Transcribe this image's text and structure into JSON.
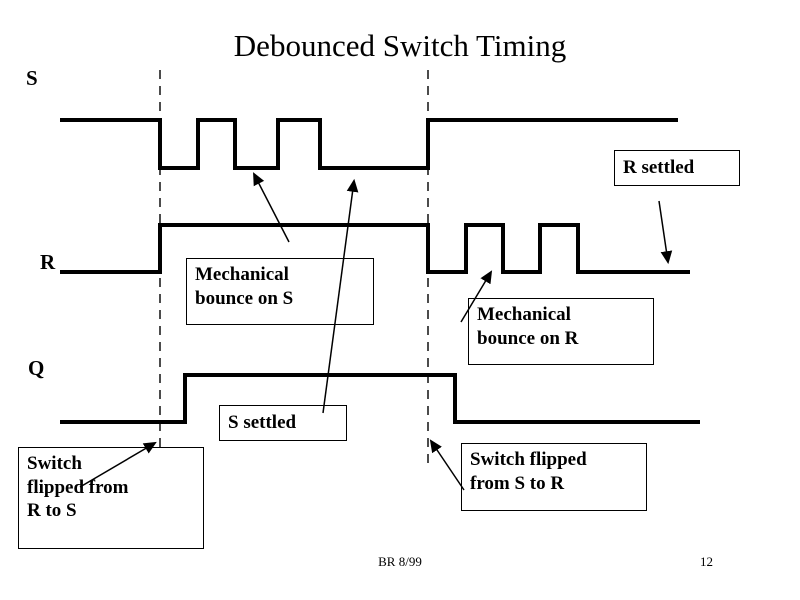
{
  "slide": {
    "title": "Debounced Switch Timing",
    "background_color": "#ffffff",
    "ink_color": "#000000"
  },
  "signals": [
    {
      "name": "S",
      "label": "S"
    },
    {
      "name": "R",
      "label": "R"
    },
    {
      "name": "Q",
      "label": "Q"
    }
  ],
  "callouts": {
    "mechanical_bounce_s": "Mechanical\nbounce on S",
    "mechanical_bounce_r": "Mechanical\n bounce on R",
    "r_settled": "R settled",
    "s_settled": "S settled",
    "switch_flipped_r_to_s": "Switch\nflipped from\nR to S",
    "switch_flipped_s_to_r": "Switch flipped\nfrom S to R"
  },
  "footer": {
    "author_date": "BR 8/99",
    "page_number": "12"
  },
  "chart_data": {
    "type": "line",
    "title": "Debounced Switch Timing",
    "xlabel": "",
    "ylabel": "",
    "x_range": [
      60,
      690
    ],
    "grid": false,
    "legend": "none",
    "markers": [
      {
        "name": "switch-flip-r-to-s",
        "x": 160,
        "style": "dashed-vertical"
      },
      {
        "name": "switch-flip-s-to-r",
        "x": 428,
        "style": "dashed-vertical"
      }
    ],
    "series": [
      {
        "name": "S",
        "baseline_y": 168,
        "high_y": 120,
        "type": "digital",
        "transitions": [
          {
            "x": 60,
            "level": 1
          },
          {
            "x": 160,
            "level": 0
          },
          {
            "x": 198,
            "level": 1
          },
          {
            "x": 235,
            "level": 0
          },
          {
            "x": 278,
            "level": 1
          },
          {
            "x": 320,
            "level": 0
          },
          {
            "x": 428,
            "level": 1
          },
          {
            "x": 678,
            "level": 1
          }
        ]
      },
      {
        "name": "R",
        "baseline_y": 272,
        "high_y": 225,
        "type": "digital",
        "transitions": [
          {
            "x": 60,
            "level": 0
          },
          {
            "x": 160,
            "level": 1
          },
          {
            "x": 428,
            "level": 0
          },
          {
            "x": 466,
            "level": 1
          },
          {
            "x": 503,
            "level": 0
          },
          {
            "x": 540,
            "level": 1
          },
          {
            "x": 578,
            "level": 0
          },
          {
            "x": 690,
            "level": 0
          }
        ]
      },
      {
        "name": "Q",
        "baseline_y": 422,
        "high_y": 375,
        "type": "digital",
        "transitions": [
          {
            "x": 60,
            "level": 0
          },
          {
            "x": 185,
            "level": 1
          },
          {
            "x": 455,
            "level": 0
          },
          {
            "x": 700,
            "level": 0
          }
        ]
      }
    ],
    "annotations": [
      {
        "text": "Mechanical bounce on S",
        "points_to": "S bounce pulses"
      },
      {
        "text": "S settled",
        "points_to": "Q rising / S steady high"
      },
      {
        "text": "Mechanical bounce on R",
        "points_to": "R bounce pulses"
      },
      {
        "text": "R settled",
        "points_to": "R steady low"
      },
      {
        "text": "Switch flipped from R to S",
        "points_to": "first dashed marker"
      },
      {
        "text": "Switch flipped from S to R",
        "points_to": "second dashed marker"
      }
    ]
  }
}
